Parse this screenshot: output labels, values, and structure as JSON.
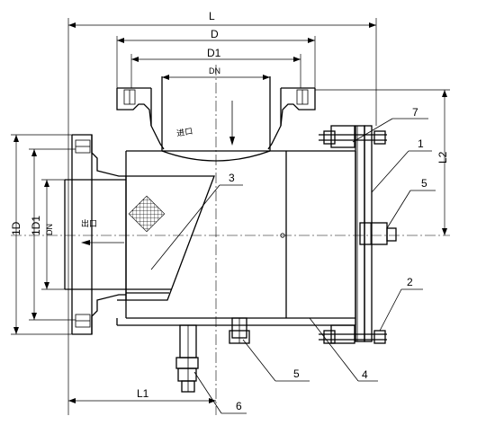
{
  "dimensions": {
    "L": "L",
    "D": "D",
    "D1": "D1",
    "DN_top": "DN",
    "L1": "L1",
    "L2": "L2",
    "left_1D": "1D",
    "left_1D1": "1D1",
    "left_DN": "DN"
  },
  "flow_labels": {
    "inlet": "进口",
    "outlet": "出口"
  },
  "parts": [
    "1",
    "2",
    "3",
    "4",
    "5",
    "5",
    "6",
    "7"
  ]
}
